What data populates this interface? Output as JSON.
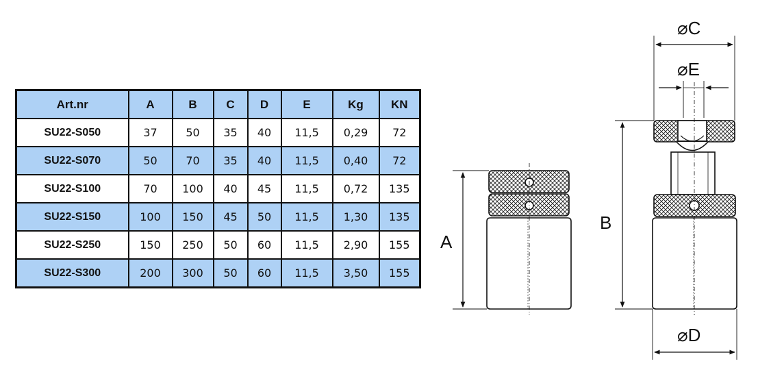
{
  "table": {
    "headers": [
      "Art.nr",
      "A",
      "B",
      "C",
      "D",
      "E",
      "Kg",
      "KN"
    ],
    "rows": [
      [
        "SU22-S050",
        "37",
        "50",
        "35",
        "40",
        "11,5",
        "0,29",
        "72"
      ],
      [
        "SU22-S070",
        "50",
        "70",
        "35",
        "40",
        "11,5",
        "0,40",
        "72"
      ],
      [
        "SU22-S100",
        "70",
        "100",
        "40",
        "45",
        "11,5",
        "0,72",
        "135"
      ],
      [
        "SU22-S150",
        "100",
        "150",
        "45",
        "50",
        "11,5",
        "1,30",
        "135"
      ],
      [
        "SU22-S250",
        "150",
        "250",
        "50",
        "60",
        "11,5",
        "2,90",
        "155"
      ],
      [
        "SU22-S300",
        "200",
        "300",
        "50",
        "60",
        "11,5",
        "3,50",
        "155"
      ]
    ]
  },
  "drawing": {
    "label_a": "A",
    "label_b": "B",
    "label_c": "⌀C",
    "label_e": "⌀E",
    "label_d": "⌀D"
  },
  "colors": {
    "header_fill": "#aed1f5",
    "line": "#111111"
  }
}
